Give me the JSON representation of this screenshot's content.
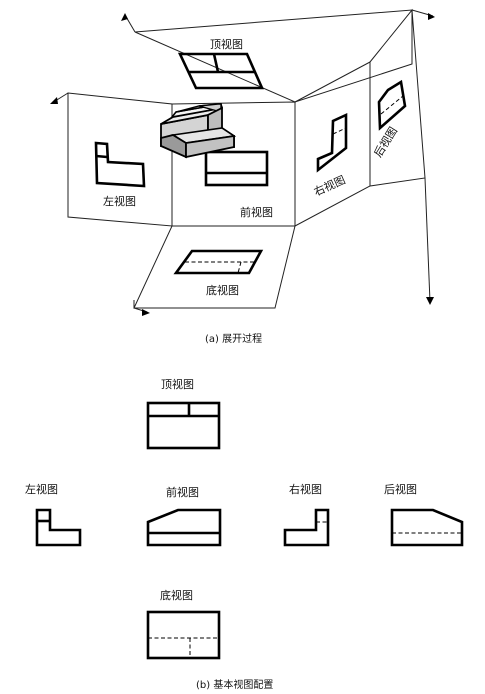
{
  "figure_a": {
    "views": {
      "top": "顶视图",
      "left": "左视图",
      "front": "前视图",
      "right": "右视图",
      "back": "后视图",
      "bottom": "底视图"
    },
    "caption": "(a) 展开过程"
  },
  "figure_b": {
    "views": {
      "top": "顶视图",
      "left": "左视图",
      "front": "前视图",
      "right": "右视图",
      "back": "后视图",
      "bottom": "底视图"
    },
    "caption": "(b) 基本视图配置"
  }
}
